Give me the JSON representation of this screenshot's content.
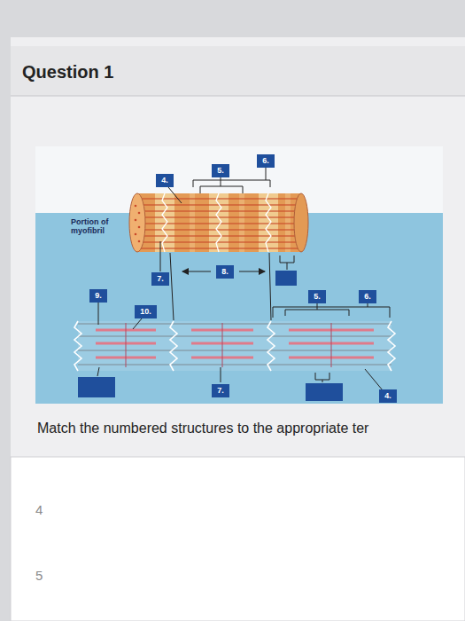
{
  "diagram": {
    "title": "Question 1",
    "nodes": [
      {
        "text": [
          "6."
        ]
      },
      {
        "text": [
          "5."
        ]
      },
      {
        "text": [
          "4."
        ]
      },
      {
        "text": [
          "8."
        ]
      },
      {
        "text": [
          "7."
        ]
      },
      {
        "text": [
          "9."
        ]
      },
      {
        "text": [
          "5."
        ]
      },
      {
        "text": [
          "6."
        ]
      },
      {
        "text": [
          "10."
        ]
      },
      {
        "text": [
          "7."
        ]
      },
      {
        "text": [
          "4."
        ]
      }
    ],
    "labels": [
      "Portion of myofibril",
      "Match the numbered structures to the appropriate ter",
      "4",
      "5"
    ]
  }
}
